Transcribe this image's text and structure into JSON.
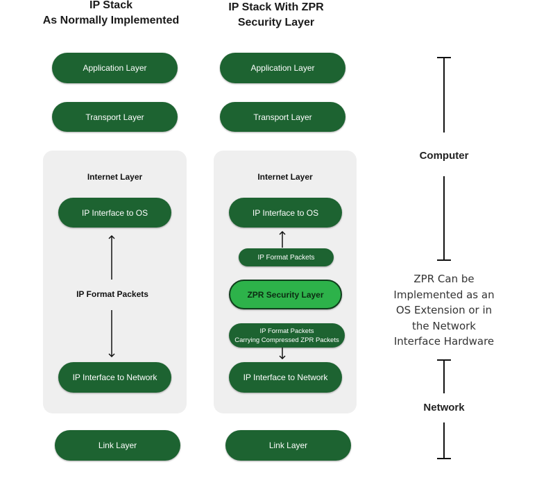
{
  "columns": {
    "left": {
      "title_line1": "IP Stack",
      "title_line2": "As Normally Implemented",
      "application": "Application Layer",
      "transport": "Transport Layer",
      "internet_title": "Internet Layer",
      "ip_interface_os": "IP Interface to OS",
      "packets": "IP Format Packets",
      "ip_interface_network": "IP Interface to Network",
      "link": "Link Layer"
    },
    "right": {
      "title_line1": "IP Stack With ZPR",
      "title_line2": "Security Layer",
      "application": "Application Layer",
      "transport": "Transport Layer",
      "internet_title": "Internet Layer",
      "ip_interface_os": "IP Interface to OS",
      "packets": "IP Format Packets",
      "zpr_layer": "ZPR Security Layer",
      "compressed_line1": "IP Format Packets",
      "compressed_line2": "Carrying Compressed ZPR Packets",
      "ip_interface_network": "IP Interface to Network",
      "link": "Link Layer"
    }
  },
  "side": {
    "computer": "Computer",
    "network": "Network",
    "note_lines": [
      "ZPR Can be",
      "Implemented as an",
      "OS Extension or in",
      "the Network",
      "Interface Hardware"
    ]
  },
  "colors": {
    "dark_green": "#1d6331",
    "bright_green": "#2db24a",
    "panel_gray": "#efefef"
  }
}
